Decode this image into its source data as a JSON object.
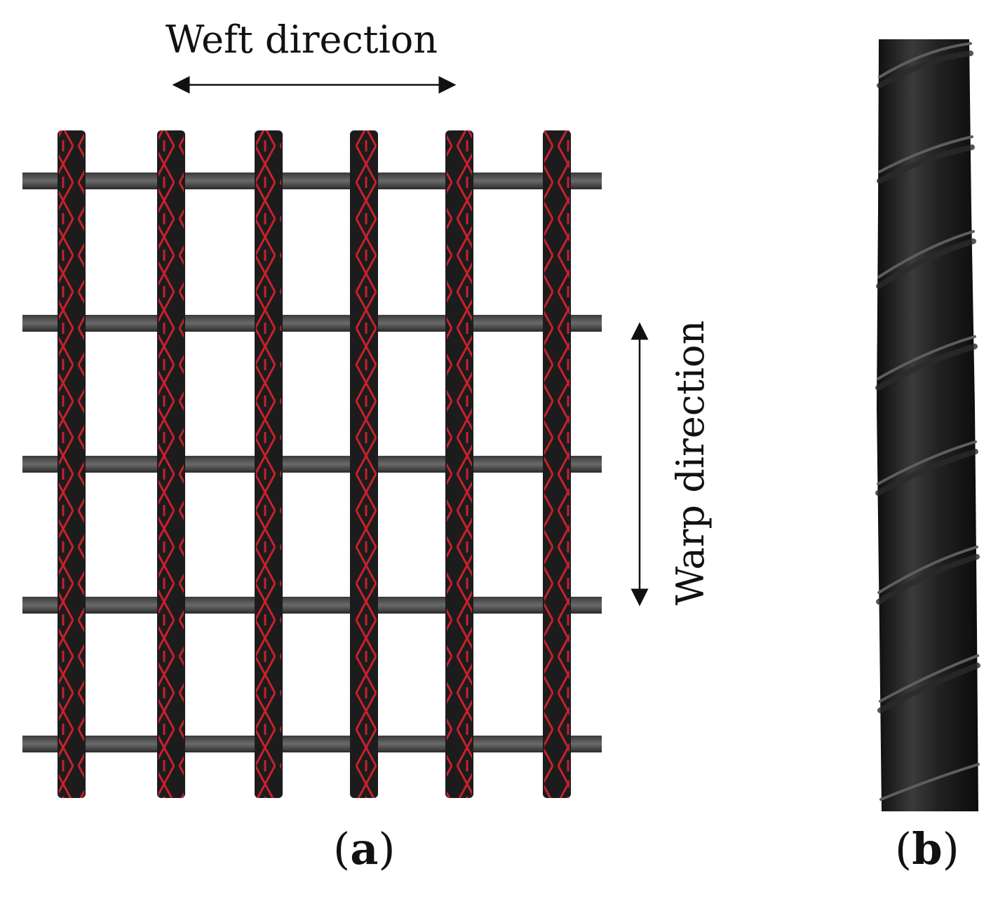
{
  "figure": {
    "panel_a": {
      "label_open": "(",
      "label_letter": "a",
      "label_close": ")",
      "weft_label": "Weft direction",
      "warp_label": "Warp direction",
      "image": "black grid mesh with red stitching",
      "colors": {
        "fiber": "#1c1c1c",
        "stitch": "#c8202c",
        "background": "#ffffff"
      }
    },
    "panel_b": {
      "label_open": "(",
      "label_letter": "b",
      "label_close": ")",
      "image": "ribbed black fiber bar with helical grooves",
      "colors": {
        "bar": "#1e1e1e",
        "rib_highlight": "#5a5a5a"
      }
    }
  }
}
